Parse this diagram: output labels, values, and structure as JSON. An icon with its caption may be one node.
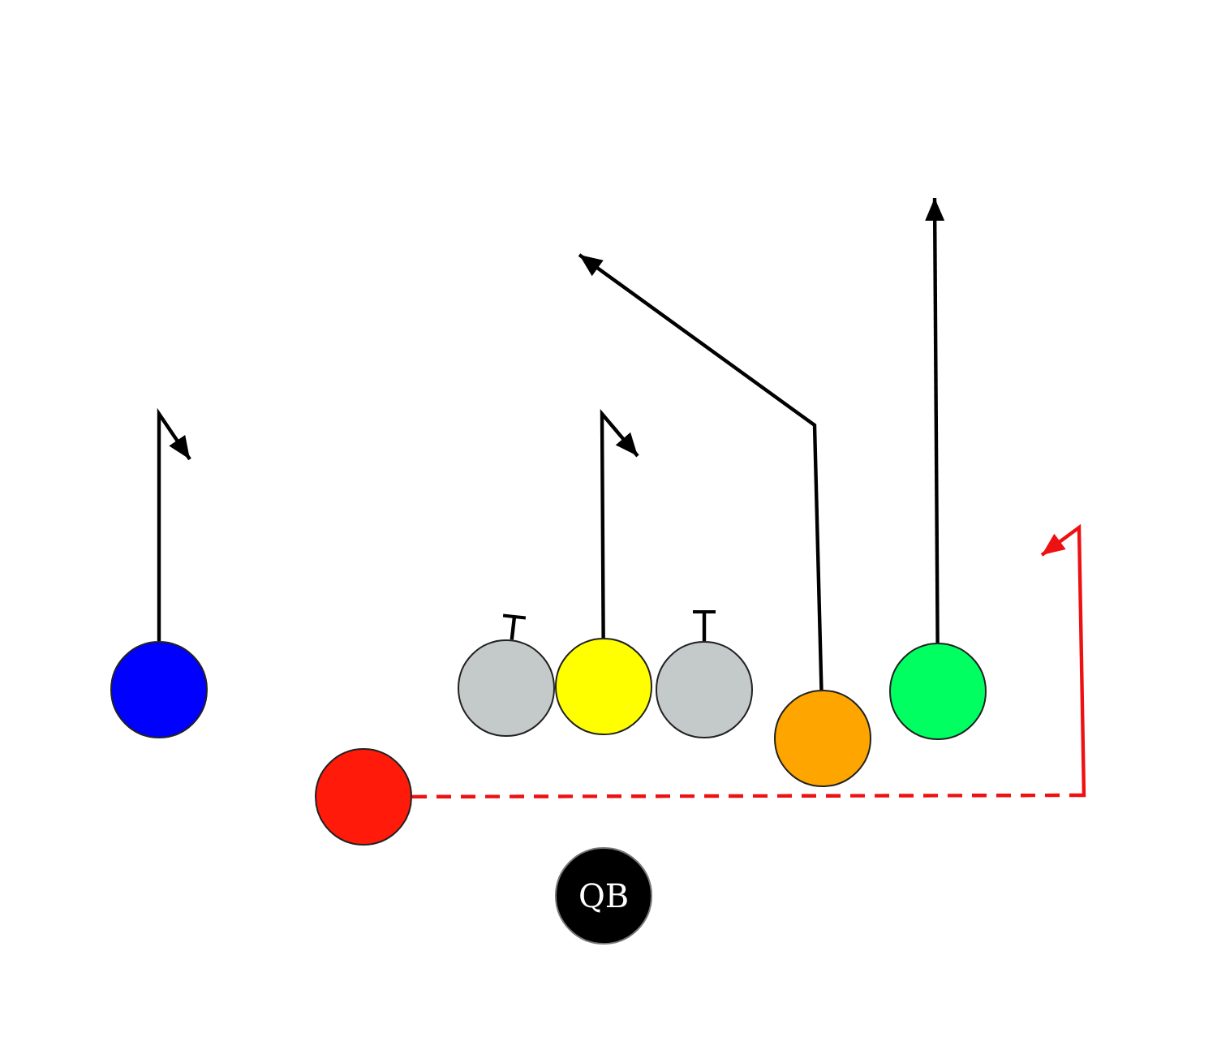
{
  "diagram": {
    "nodes": [
      {
        "text": [],
        "shape": "circle"
      },
      {
        "text": [],
        "shape": "circle"
      },
      {
        "text": [],
        "shape": "circle"
      },
      {
        "text": [],
        "shape": "circle"
      },
      {
        "text": [],
        "shape": "circle"
      },
      {
        "text": [],
        "shape": "circle"
      },
      {
        "text": [],
        "shape": "circle"
      },
      {
        "text": [
          "QB"
        ]
      }
    ],
    "edges": [
      {
        "from": 0,
        "to": null,
        "arrow": "to"
      },
      {
        "from": 1,
        "to": null,
        "arrow": "other"
      },
      {
        "from": 2,
        "to": null,
        "arrow": "to"
      },
      {
        "from": 3,
        "to": null,
        "arrow": "other"
      },
      {
        "from": 4,
        "to": null,
        "arrow": "to"
      },
      {
        "from": 5,
        "to": null,
        "arrow": "to"
      },
      {
        "from": 6,
        "to": null,
        "arrow": "to",
        "style": "dashed",
        "color": "#ee1111"
      }
    ]
  }
}
